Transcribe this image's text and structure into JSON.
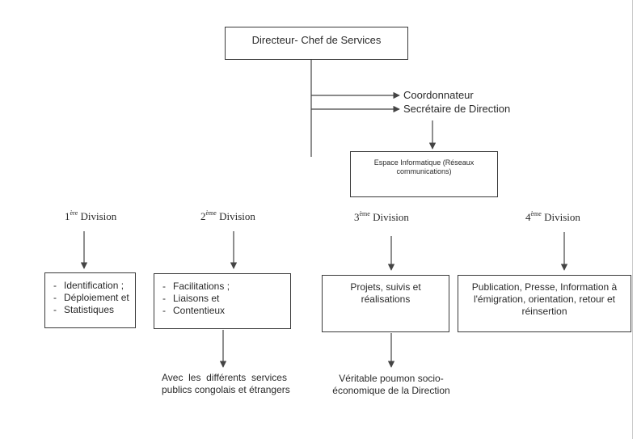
{
  "director": {
    "label": "Directeur- Chef de Services"
  },
  "staff": {
    "coordinator": "Coordonnateur",
    "secretary": "Secrétaire de Direction"
  },
  "it_space": {
    "line1": "Espace Informatique (Réseaux",
    "line2": "communications)"
  },
  "divisions": [
    {
      "number": "1",
      "suffix": "ère",
      "word": "Division",
      "items": [
        "Identification ;",
        "Déploiement et",
        "Statistiques"
      ]
    },
    {
      "number": "2",
      "suffix": "ème",
      "word": "Division",
      "items": [
        "Facilitations ;",
        "Liaisons et",
        "Contentieux"
      ],
      "note": [
        "Avec  les  différents  services",
        "publics congolais et étrangers"
      ]
    },
    {
      "number": "3",
      "suffix": "ème",
      "word": "Division",
      "lines": [
        "Projets, suivis et",
        "réalisations"
      ],
      "note": [
        "Véritable poumon socio-",
        "économique de la Direction"
      ]
    },
    {
      "number": "4",
      "suffix": "ème",
      "word": "Division",
      "lines": [
        "Publication, Presse, Information à",
        "l'émigration, orientation, retour et",
        "réinsertion"
      ]
    }
  ]
}
